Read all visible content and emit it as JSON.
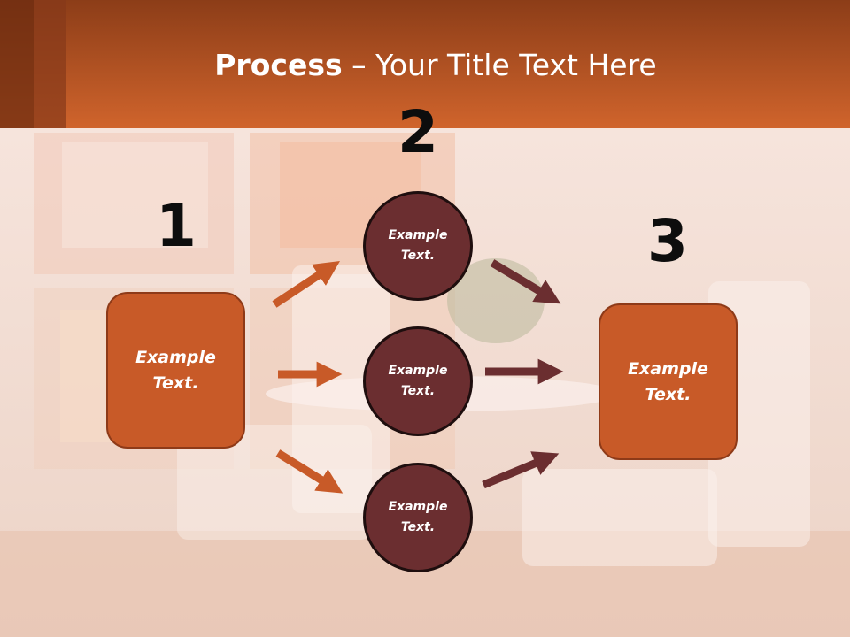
{
  "title": {
    "bold": "Process",
    "rest": " – Your Title Text Here"
  },
  "steps": [
    "1",
    "2",
    "3"
  ],
  "boxes": {
    "left": "Example\nText.",
    "right": "Example\nText."
  },
  "circles": [
    "Example\nText.",
    "Example\nText.",
    "Example\nText."
  ],
  "colors": {
    "header": "#c85a28",
    "box": "#c85a28",
    "circle": "#6b2e30",
    "arrow_orange": "#c85a28",
    "arrow_dark": "#6b2e30"
  }
}
